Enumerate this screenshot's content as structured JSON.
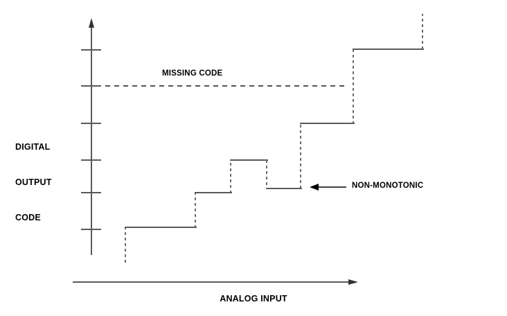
{
  "diagram": {
    "title_present": false,
    "axes": {
      "y_label": "DIGITAL\nOUTPUT\nCODE",
      "y_label_line1": "DIGITAL",
      "y_label_line2": "OUTPUT",
      "y_label_line3": "CODE",
      "x_label": "ANALOG INPUT"
    },
    "annotations": {
      "missing_code": "MISSING CODE",
      "non_monotonic": "NON-MONOTONIC"
    },
    "colors": {
      "line": "#595959",
      "text": "#000000",
      "background": "#ffffff"
    }
  },
  "chart_data": {
    "type": "line",
    "title": "",
    "xlabel": "ANALOG INPUT",
    "ylabel": "DIGITAL OUTPUT CODE",
    "grid": false,
    "legend": "none",
    "description": "ADC transfer function staircase showing a missing code and a non-monotonic step",
    "axis_geometry": {
      "y_axis_x": 132,
      "y_axis_top": 30,
      "y_axis_bottom": 368,
      "x_axis_y": 407,
      "x_axis_left": 105,
      "x_axis_right": 515
    },
    "y_ticks": [
      72,
      124,
      178,
      231,
      278,
      331
    ],
    "code_levels": [
      1,
      2,
      3,
      4,
      5,
      6
    ],
    "steps": [
      {
        "index": 0,
        "code": 1,
        "x_start": 181,
        "x_end": 282,
        "y": 328,
        "riser_down_to": 378,
        "style": "solid"
      },
      {
        "index": 1,
        "code": 2,
        "x_start": 282,
        "x_end": 333,
        "y": 278,
        "style": "solid"
      },
      {
        "index": 2,
        "code": 3,
        "x_start": 333,
        "x_end": 385,
        "y": 231,
        "style": "solid"
      },
      {
        "index": 3,
        "code": 2,
        "x_start": 385,
        "x_end": 434,
        "y": 272,
        "style": "solid",
        "note": "non-monotonic dip"
      },
      {
        "index": 4,
        "code": 4,
        "x_start": 434,
        "x_end": 510,
        "y": 178,
        "style": "solid"
      },
      {
        "index": 5,
        "code": 6,
        "x_start": 510,
        "x_end": 610,
        "y": 71,
        "style": "solid",
        "note": "skips missing code level"
      }
    ],
    "risers": [
      {
        "x": 181,
        "y_from": 378,
        "y_to": 328,
        "style": "dashed"
      },
      {
        "x": 282,
        "y_from": 328,
        "y_to": 278,
        "style": "dashed"
      },
      {
        "x": 333,
        "y_from": 278,
        "y_to": 231,
        "style": "dashed"
      },
      {
        "x": 385,
        "y_from": 231,
        "y_to": 272,
        "style": "dashed"
      },
      {
        "x": 434,
        "y_from": 272,
        "y_to": 178,
        "style": "dashed"
      },
      {
        "x": 510,
        "y_from": 178,
        "y_to": 71,
        "style": "dashed"
      },
      {
        "x": 610,
        "y_from": 71,
        "y_to": 20,
        "style": "dashed"
      }
    ],
    "missing_code_line": {
      "y": 124,
      "x_start": 152,
      "x_end": 500,
      "style": "dashed"
    },
    "non_monotonic_arrow": {
      "x_tail": 500,
      "x_head": 449,
      "y": 270
    }
  }
}
